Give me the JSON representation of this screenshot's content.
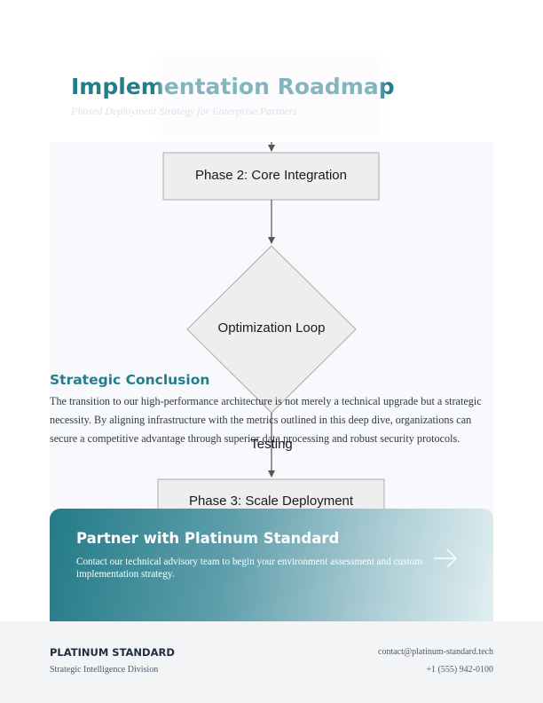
{
  "header": {
    "title": "Implementation Roadmap",
    "subtitle": "Phased Deployment Strategy for Enterprise Partners"
  },
  "flowchart": {
    "nodes": {
      "phase2": "Phase 2: Core Integration",
      "decision": "Optimization Loop",
      "edge_label": "Testing",
      "phase3": "Phase 3: Scale Deployment"
    }
  },
  "conclusion": {
    "title": "Strategic Conclusion",
    "body": "The transition to our high-performance architecture is not merely a technical upgrade but a strategic necessity. By aligning infrastructure with the metrics outlined in this deep dive, organizations can secure a competitive advantage through superior data processing and robust security protocols."
  },
  "cta": {
    "title": "Partner with Platinum Standard",
    "text": "Contact our technical advisory team to begin your environment assessment and custom implementation strategy.",
    "icon": "arrow-right-icon"
  },
  "footer": {
    "brand": "PLATINUM STANDARD",
    "division": "Strategic Intelligence Division",
    "email": "contact@platinum-standard.tech",
    "phone": "+1 (555) 942-0100"
  },
  "colors": {
    "accent": "#237e8c",
    "panel": "#f8f9fc",
    "footer_bg": "#f3f4f6"
  }
}
